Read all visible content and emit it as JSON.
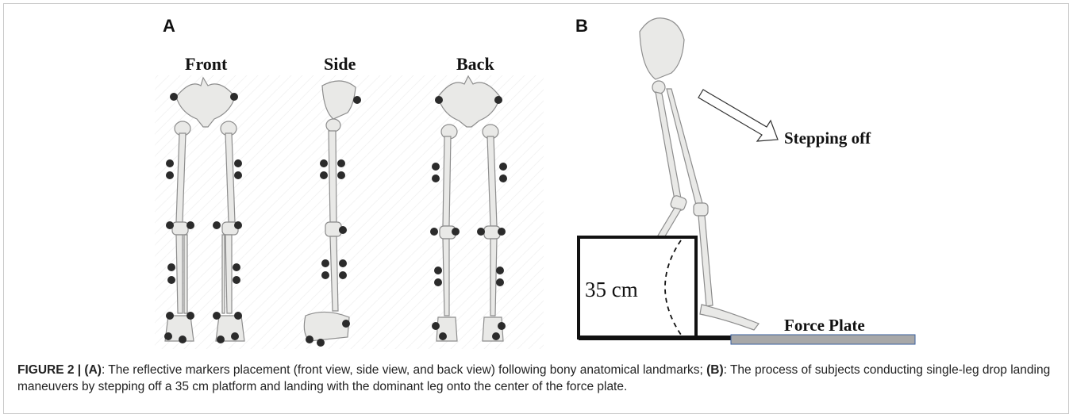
{
  "panel_a": {
    "letter": "A",
    "views": [
      "Front",
      "Side",
      "Back"
    ]
  },
  "panel_b": {
    "letter": "B",
    "arrow_label": "Stepping off",
    "height_label": "35 cm",
    "plate_label": "Force Plate"
  },
  "caption": {
    "lead": "FIGURE 2 | (A)",
    "text_a": ": The reflective markers placement (front view, side view, and back view) following bony anatomical landmarks; ",
    "lead_b": "(B)",
    "text_b": ": The process of subjects conducting single-leg drop landing maneuvers by stepping off a 35 cm platform and landing with the dominant leg onto the center of the force plate."
  },
  "colors": {
    "bone": "#e9e9e7",
    "bone_stroke": "#8d8d8d",
    "marker": "#2b2b2b",
    "plate_fill": "#a8a8a8",
    "plate_stroke": "#3a5f9e"
  }
}
